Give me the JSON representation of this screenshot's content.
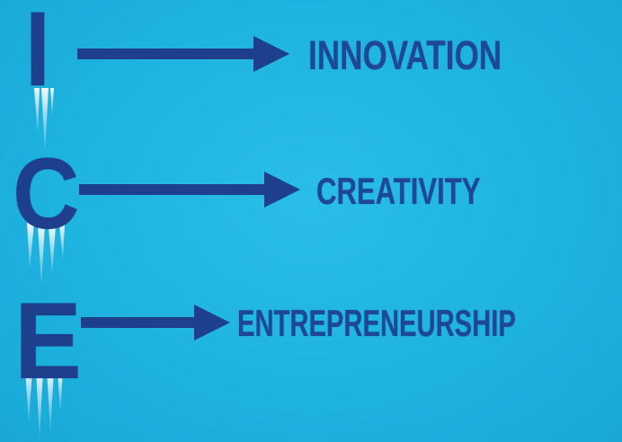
{
  "letters": [
    {
      "char": "I"
    },
    {
      "char": "C"
    },
    {
      "char": "E"
    }
  ],
  "words": [
    {
      "text": "INNOVATION"
    },
    {
      "text": "CREATIVITY"
    },
    {
      "text": "ENTREPRENEURSHIP"
    }
  ],
  "colors": {
    "background": "#1fb3e0",
    "letter": "#1e3f8c",
    "word": "#1e4794",
    "arrow": "#1e3f8c",
    "icicle": "#e8f4f8"
  },
  "icons": [
    "arrow-right-icon",
    "icicle-icon"
  ]
}
